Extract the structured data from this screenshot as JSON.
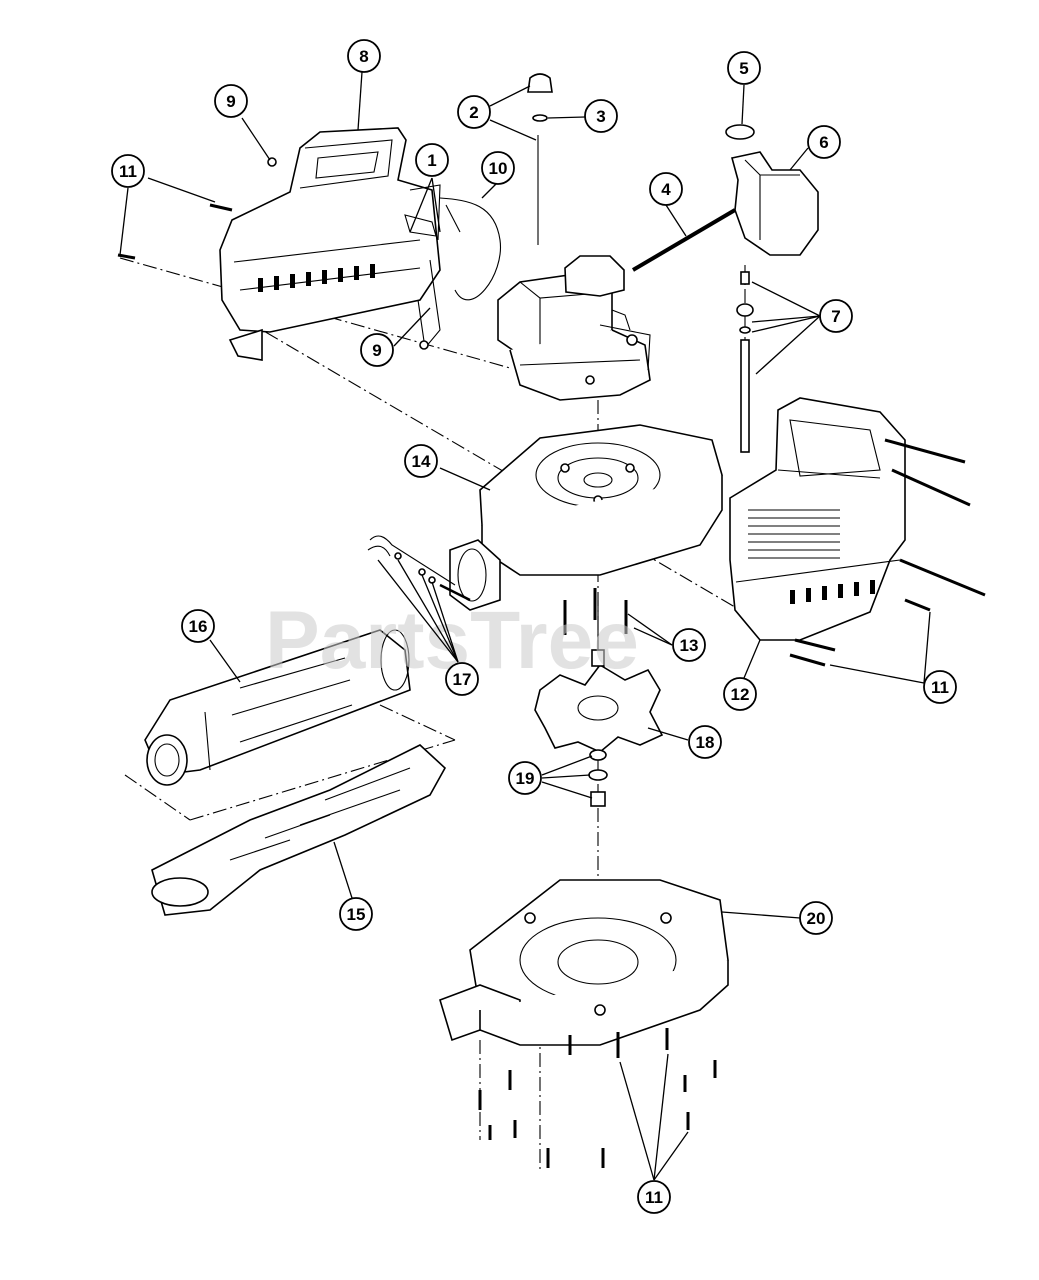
{
  "watermark": "PartsTree",
  "callouts": [
    {
      "id": "c1",
      "label": "1"
    },
    {
      "id": "c2",
      "label": "2"
    },
    {
      "id": "c3",
      "label": "3"
    },
    {
      "id": "c4",
      "label": "4"
    },
    {
      "id": "c5",
      "label": "5"
    },
    {
      "id": "c6",
      "label": "6"
    },
    {
      "id": "c7",
      "label": "7"
    },
    {
      "id": "c8",
      "label": "8"
    },
    {
      "id": "c9a",
      "label": "9"
    },
    {
      "id": "c9b",
      "label": "9"
    },
    {
      "id": "c10",
      "label": "10"
    },
    {
      "id": "c11a",
      "label": "11"
    },
    {
      "id": "c11b",
      "label": "11"
    },
    {
      "id": "c11c",
      "label": "11"
    },
    {
      "id": "c12",
      "label": "12"
    },
    {
      "id": "c13",
      "label": "13"
    },
    {
      "id": "c14",
      "label": "14"
    },
    {
      "id": "c15",
      "label": "15"
    },
    {
      "id": "c16",
      "label": "16"
    },
    {
      "id": "c17",
      "label": "17"
    },
    {
      "id": "c18",
      "label": "18"
    },
    {
      "id": "c19",
      "label": "19"
    },
    {
      "id": "c20",
      "label": "20"
    }
  ]
}
